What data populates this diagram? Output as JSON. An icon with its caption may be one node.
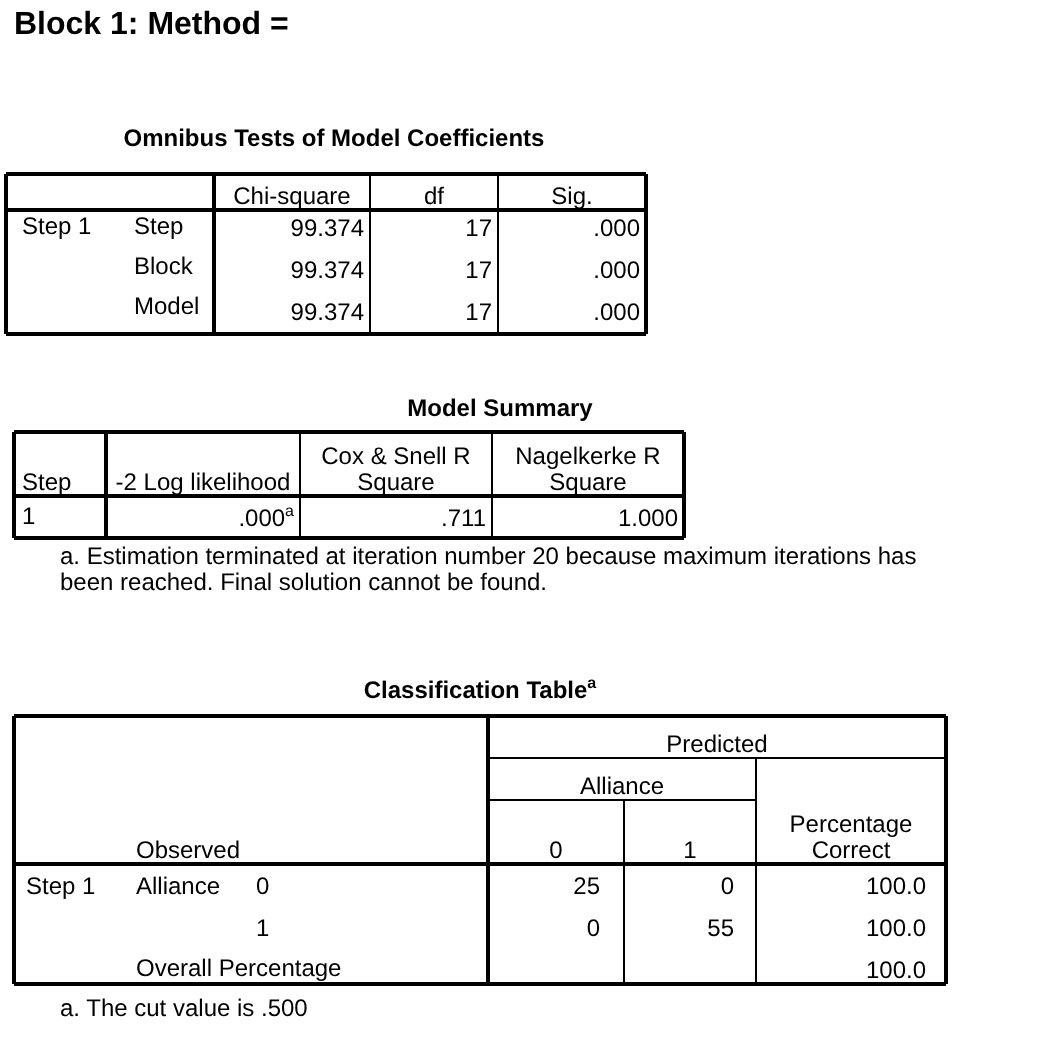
{
  "diagram": {
    "title": "Block 1: Method =",
    "labels": [
      "Omnibus Tests of Model Coefficients",
      "Chi-square",
      "df",
      "Sig.",
      "Step 1",
      "Step",
      "99.374",
      "17",
      ".000",
      "Block",
      "99.374",
      "17",
      ".000",
      "Model",
      "99.374",
      "17",
      ".000",
      "Model Summary",
      "Step",
      "-2 Log likelihood",
      "Cox & Snell R Square",
      "Nagelkerke R Square",
      "1",
      ".000$^{a}$",
      ".711",
      "1.000",
      "a. Estimation terminated at iteration number 20 because maximum iterations has been reached. Final solution cannot be found.",
      "Classification Table$^{a}$",
      "Predicted",
      "Alliance",
      "Observed",
      "0",
      "1",
      "Percentage Correct",
      "Step 1",
      "Alliance",
      "0",
      "25",
      "0",
      "100.0",
      "1",
      "0",
      "55",
      "100.0",
      "Overall Percentage",
      "100.0",
      "a. The cut value is .500"
    ]
  }
}
